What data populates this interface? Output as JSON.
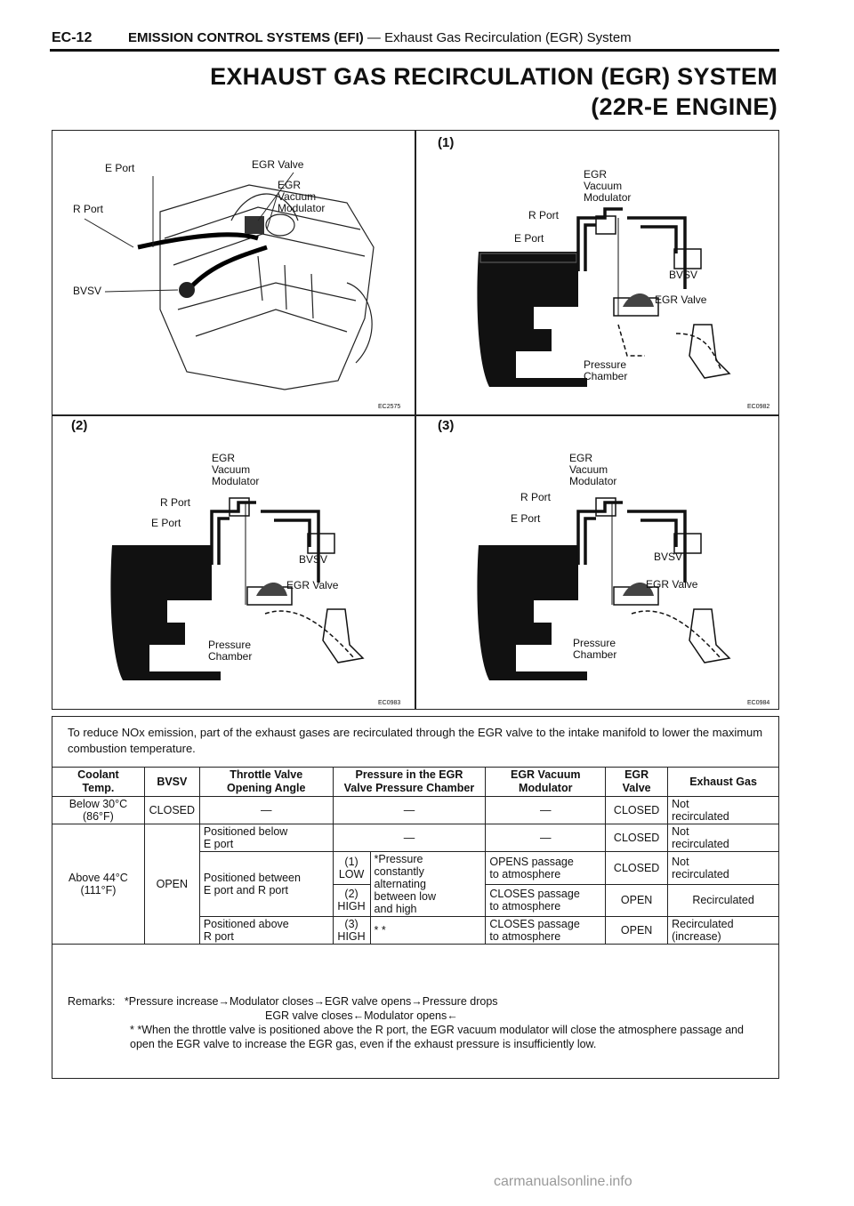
{
  "header": {
    "code": "EC-12",
    "section_bold": "EMISSION CONTROL SYSTEMS (EFI)",
    "section_rest": " — Exhaust Gas Recirculation (EGR) System"
  },
  "title": {
    "line1": "EXHAUST GAS RECIRCULATION (EGR) SYSTEM",
    "line2": "(22R-E ENGINE)"
  },
  "panels": {
    "engine": {
      "labels": {
        "e_port": "E Port",
        "egr_valve": "EGR Valve",
        "egr_vm": "EGR\nVacuum\nModulator",
        "r_port": "R Port",
        "bvsv": "BVSV"
      },
      "code": "EC2575"
    },
    "p1": {
      "number": "(1)",
      "code": "EC0982"
    },
    "p2": {
      "number": "(2)",
      "code": "EC0983"
    },
    "p3": {
      "number": "(3)",
      "code": "EC0984"
    },
    "common": {
      "egr_vm": "EGR\nVacuum\nModulator",
      "r_port": "R Port",
      "e_port": "E Port",
      "bvsv": "BVSV",
      "egr_valve": "EGR Valve",
      "pressure_chamber": "Pressure\nChamber"
    }
  },
  "intro": "To reduce NOx emission, part of the exhaust gases are recirculated through the EGR valve to the intake manifold to lower the maximum combustion temperature.",
  "table": {
    "headers": [
      "Coolant\nTemp.",
      "BVSV",
      "Throttle Valve\nOpening Angle",
      "Pressure in the EGR\nValve Pressure Chamber",
      "EGR Vacuum\nModulator",
      "EGR\nValve",
      "Exhaust Gas"
    ],
    "below_temp": "Below 30°C\n(86°F)",
    "above_temp": "Above 44°C\n(111°F)",
    "closed": "CLOSED",
    "open": "OPEN",
    "dash": "—",
    "not_recirc": "Not\nrecirculated",
    "recirc": "Recirculated",
    "recirc_inc": "Recirculated\n(increase)",
    "pos_below": "Positioned below\nE port",
    "pos_between": "Positioned between\nE port and R port",
    "pos_above": "Positioned above\nR port",
    "p1": "(1)\nLOW",
    "p2": "(2)\nHIGH",
    "p3": "(3)\nHIGH",
    "pressure_note": "*Pressure\nconstantly\nalternating\nbetween low\nand high",
    "double_star": "* *",
    "opens_passage": "OPENS passage\nto atmosphere",
    "closes_passage": "CLOSES passage\nto atmosphere"
  },
  "remarks": {
    "label": "Remarks:",
    "line1": "*Pressure increase→Modulator closes→EGR valve opens→Pressure drops",
    "line2": "EGR valve closes←Modulator opens←",
    "note": "* *When the throttle valve is positioned above the R port, the EGR vacuum modulator will close the atmosphere passage and open the EGR valve to increase the EGR gas, even if the exhaust pressure is insufficiently low."
  },
  "watermark": "carmanualsonline.info"
}
